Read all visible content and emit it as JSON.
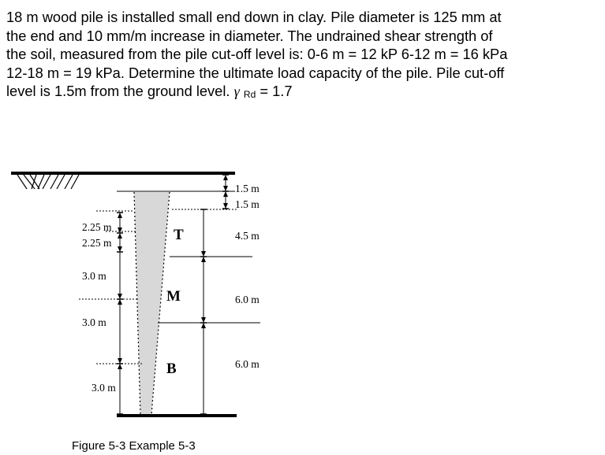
{
  "problem": {
    "line1": "18 m wood pile is installed small end down in clay. Pile diameter is 125 mm at",
    "line2": "the end and 10 mm/m increase in diameter. The undrained shear strength of",
    "line3": "the soil, measured from the pile cut-off level is: 0-6 m = 12 kP 6-12 m = 16 kPa",
    "line4": "12-18 m = 19 kPa. Determine the ultimate load capacity of the pile. Pile cut-off",
    "line5_text": "level is 1.5m from the ground level.",
    "gamma_symbol": "γ",
    "gamma_subscript": "Rd",
    "gamma_value": "= 1.7"
  },
  "figure": {
    "right_dims": [
      "1.5 m",
      "1.5 m",
      "4.5 m",
      "6.0 m",
      "6.0 m"
    ],
    "left_dims": [
      "2.25 m",
      "2.25 m",
      "3.0 m",
      "3.0 m",
      "3.0 m"
    ],
    "segments": [
      "T",
      "M",
      "B"
    ],
    "caption": "Figure 5-3 Example 5-3"
  }
}
